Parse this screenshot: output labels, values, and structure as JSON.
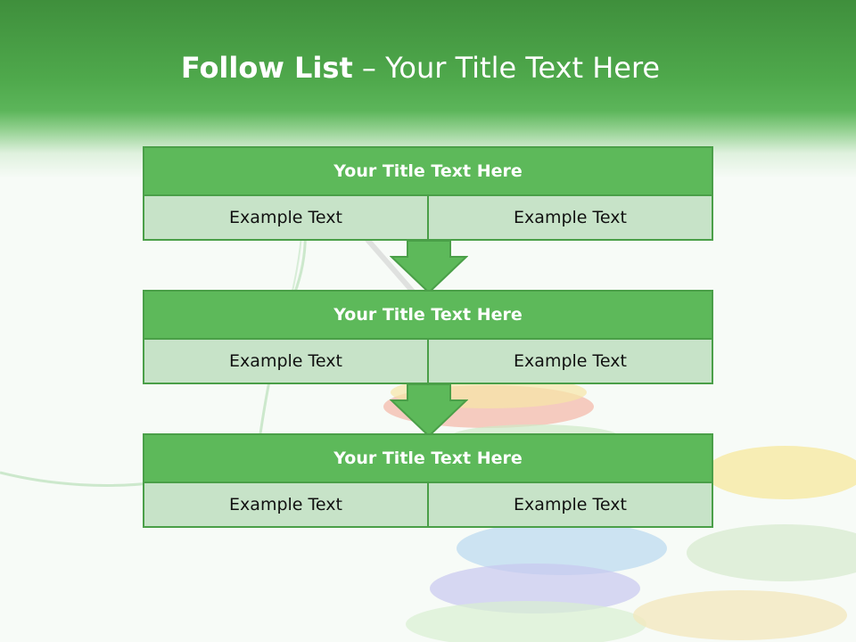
{
  "slide": {
    "title_strong": "Follow List",
    "title_rest": " – Your Title Text Here"
  },
  "steps": [
    {
      "title": "Your Title Text Here",
      "left": "Example Text",
      "right": "Example Text"
    },
    {
      "title": "Your Title Text Here",
      "left": "Example Text",
      "right": "Example Text"
    },
    {
      "title": "Your Title Text Here",
      "left": "Example Text",
      "right": "Example Text"
    }
  ],
  "colors": {
    "header_green": "#4fa94c",
    "box_green": "#5db95a",
    "cell_green": "#c7e3c8",
    "border_green": "#4a9f48"
  }
}
